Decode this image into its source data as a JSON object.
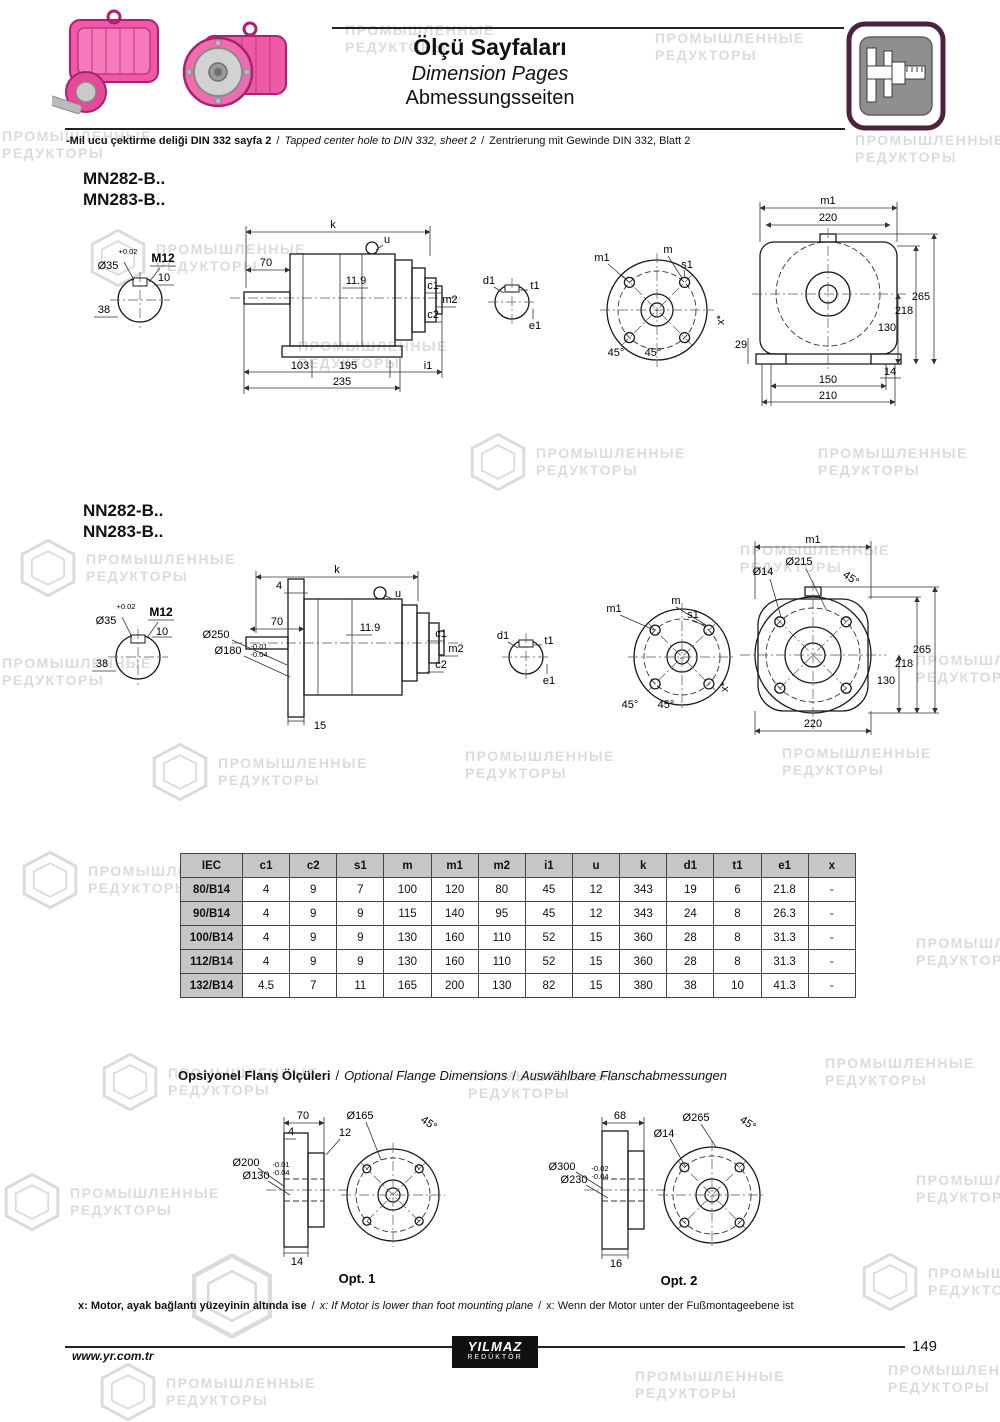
{
  "watermark": {
    "line1": "ПРОМЫШЛЕННЫЕ",
    "line2": "РЕДУКТОРЫ"
  },
  "misc": {
    "sep": "/"
  },
  "header": {
    "title_tr": "Ölçü Sayfaları",
    "title_en": "Dimension Pages",
    "title_de": "Abmessungsseiten",
    "note_tr": "-Mil ucu çektirme deliği DIN 332 sayfa 2",
    "note_en": "Tapped center hole to DIN 332, sheet 2",
    "note_de": "Zentrierung mit Gewinde DIN 332, Blatt 2"
  },
  "mn": {
    "model1": "MN282-B..",
    "model2": "MN283-B..",
    "d": {
      "k": "k",
      "u": "u",
      "n70": "70",
      "n119": "11.9",
      "c1": "c1",
      "m2": "m2",
      "c2": "c2",
      "n103": "103",
      "n195": "195",
      "i1": "i1",
      "n235": "235",
      "tol": "+0.02",
      "dia35": "Ø35",
      "m12": "M12",
      "n10": "10",
      "n38": "38",
      "d1": "d1",
      "t1": "t1",
      "e1": "e1",
      "m1": "m1",
      "m": "m",
      "s1": "s1",
      "deg45": "45°",
      "n220": "220",
      "n265": "265",
      "n218": "218",
      "n130": "130",
      "n29": "29",
      "n14": "14",
      "n150": "150",
      "n210": "210",
      "x": "x*"
    }
  },
  "nn": {
    "model1": "NN282-B..",
    "model2": "NN283-B..",
    "d": {
      "k": "k",
      "n4": "4",
      "u": "u",
      "n70": "70",
      "n119": "11.9",
      "dia250": "Ø250",
      "dia180": "Ø180",
      "tolA": "-0.01",
      "tolB": "-0.04",
      "c1": "c1",
      "m2": "m2",
      "c2": "c2",
      "n15": "15",
      "tol": "+0.02",
      "dia35": "Ø35",
      "m12": "M12",
      "n10": "10",
      "n38": "38",
      "d1": "d1",
      "t1": "t1",
      "e1": "e1",
      "m1": "m1",
      "m": "m",
      "s1": "s1",
      "deg45": "45°",
      "dia14": "Ø14",
      "dia215": "Ø215",
      "n265": "265",
      "n218": "218",
      "n130": "130",
      "n220": "220",
      "x": "x*"
    }
  },
  "table": {
    "headers": [
      "IEC",
      "c1",
      "c2",
      "s1",
      "m",
      "m1",
      "m2",
      "i1",
      "u",
      "k",
      "d1",
      "t1",
      "e1",
      "x"
    ],
    "rows": [
      [
        "80/B14",
        "4",
        "9",
        "7",
        "100",
        "120",
        "80",
        "45",
        "12",
        "343",
        "19",
        "6",
        "21.8",
        "-"
      ],
      [
        "90/B14",
        "4",
        "9",
        "9",
        "115",
        "140",
        "95",
        "45",
        "12",
        "343",
        "24",
        "8",
        "26.3",
        "-"
      ],
      [
        "100/B14",
        "4",
        "9",
        "9",
        "130",
        "160",
        "110",
        "52",
        "15",
        "360",
        "28",
        "8",
        "31.3",
        "-"
      ],
      [
        "112/B14",
        "4",
        "9",
        "9",
        "130",
        "160",
        "110",
        "52",
        "15",
        "360",
        "28",
        "8",
        "31.3",
        "-"
      ],
      [
        "132/B14",
        "4.5",
        "7",
        "11",
        "165",
        "200",
        "130",
        "82",
        "15",
        "380",
        "38",
        "10",
        "41.3",
        "-"
      ]
    ]
  },
  "optional": {
    "heading_tr": "Opsiyonel Flanş Ölçüleri",
    "heading_en": "Optional Flange Dimensions",
    "heading_de": "Auswählbare Flanschabmessungen",
    "opt1": {
      "label": "Opt. 1",
      "n70": "70",
      "n4": "4",
      "n12": "12",
      "dia165": "Ø165",
      "deg45": "45°",
      "dia200": "Ø200",
      "dia130": "Ø130",
      "tolA": "-0.01",
      "tolB": "-0.04",
      "n14": "14"
    },
    "opt2": {
      "label": "Opt. 2",
      "n68": "68",
      "dia14": "Ø14",
      "dia265": "Ø265",
      "deg45": "45°",
      "dia300": "Ø300",
      "dia230": "Ø230",
      "tolA": "-0.02",
      "tolB": "-0.04",
      "n16": "16"
    }
  },
  "footnote": {
    "tr": "x: Motor, ayak bağlantı yüzeyinin altında ise",
    "en": "x: If Motor is lower than foot mounting plane",
    "de": "x: Wenn der Motor unter der Fußmontageebene ist"
  },
  "footer": {
    "url": "www.yr.com.tr",
    "brand1": "YILMAZ",
    "brand2": "REDÜKTÖR",
    "page": "149"
  }
}
